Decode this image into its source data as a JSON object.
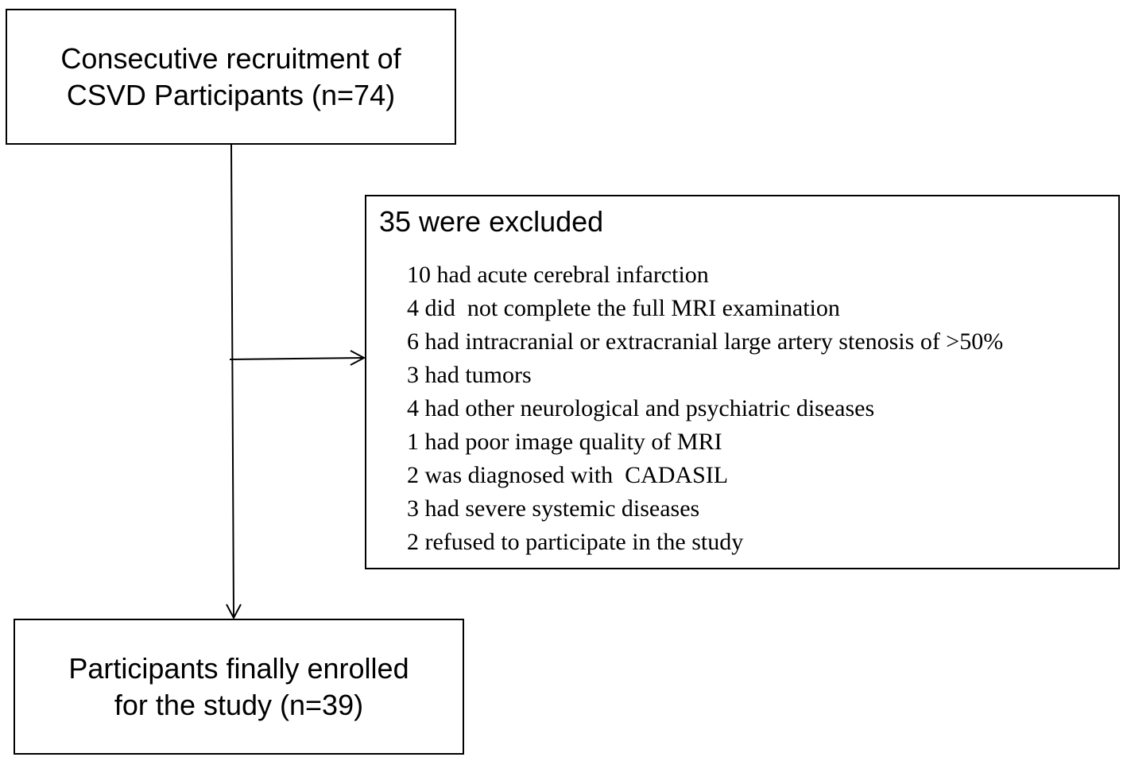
{
  "recruitment_box": {
    "lines": [
      "Consecutive recruitment of",
      "CSVD Participants (n=74)"
    ]
  },
  "exclusion_box": {
    "heading": "35 were excluded",
    "reasons": [
      "10 had acute cerebral infarction",
      "4 did  not complete the full MRI examination",
      "6 had intracranial or extracranial large artery stenosis of >50%",
      "3 had tumors",
      "4 had other neurological and psychiatric diseases",
      "1 had poor image quality of MRI",
      "2 was diagnosed with  CADASIL",
      "3 had severe systemic diseases",
      "2 refused to participate in the study"
    ]
  },
  "enrolled_box": {
    "lines": [
      "Participants finally enrolled",
      "for the study (n=39)"
    ]
  }
}
